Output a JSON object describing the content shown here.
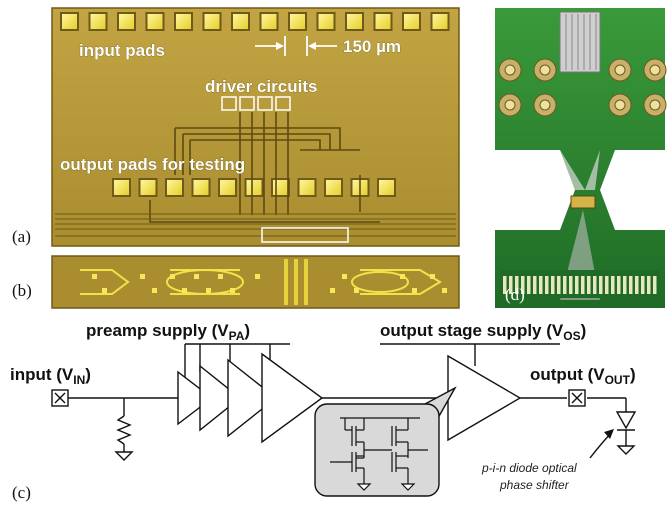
{
  "panels": {
    "a": {
      "label": "(a)",
      "input_pads": "input pads",
      "driver_circuits": "driver circuits",
      "output_pads": "output pads for testing",
      "scale": "150 µm"
    },
    "b": {
      "label": "(b)"
    },
    "c": {
      "label": "(c)",
      "preamp_supply_main": "preamp supply (V",
      "preamp_supply_sub": "PA",
      "output_stage_main": "output stage supply (V",
      "output_stage_sub": "OS",
      "input_main": "input (V",
      "input_sub": "IN",
      "output_main": "output (V",
      "output_sub": "OUT",
      "paren": ")",
      "note_line1": "p-i-n diode optical",
      "note_line2": "phase shifter"
    },
    "d": {
      "label": "(d)"
    }
  },
  "colors": {
    "chip_bg": "#b89a3a",
    "pad": "#f2e24a",
    "pcb": "#2e8a2e",
    "schematic_line": "#111111",
    "inset_bg": "#d9d9d9"
  }
}
